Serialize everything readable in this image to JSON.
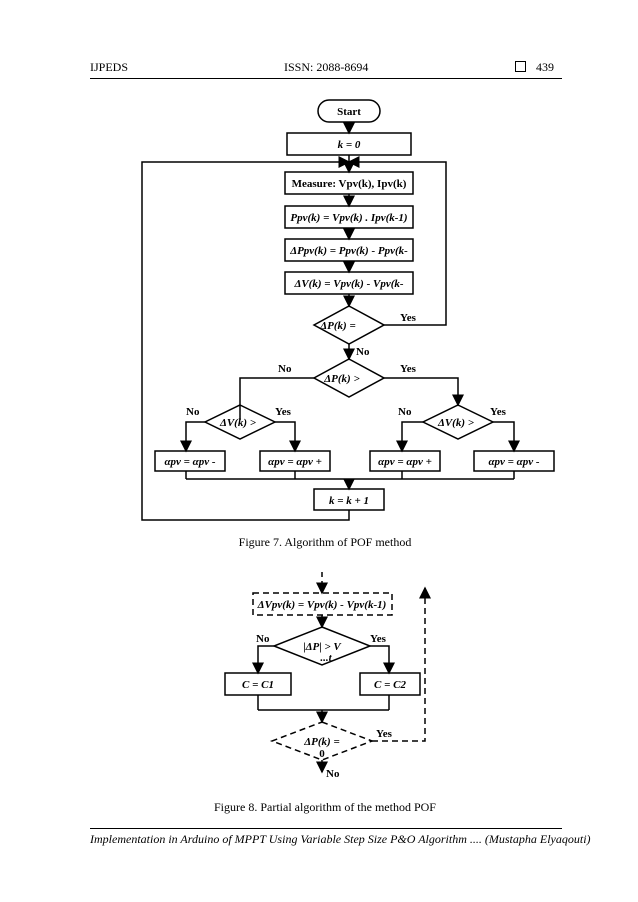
{
  "header": {
    "left": "IJPEDS",
    "center": "ISSN: 2088-8694",
    "page": "439"
  },
  "figure7": {
    "caption": "Figure 7. Algorithm of POF method",
    "start": "Start",
    "init": "k = 0",
    "measure": "Measure: Vpv(k), Ipv(k)",
    "power": "Ppv(k) = Vpv(k) . Ipv(k-1)",
    "dp": "ΔPpv(k) = Ppv(k) - Ppv(k-",
    "dv": "ΔV(k) = Vpv(k) - Vpv(k-",
    "dp_zero": "ΔP(k) =",
    "dp_gt": "ΔP(k) >",
    "dv_gt_left": "ΔV(k) >",
    "dv_gt_right": "ΔV(k) >",
    "yes": "Yes",
    "no": "No",
    "act1": "αpv = αpv -",
    "act2": "αpv = αpv +",
    "act3": "αpv = αpv +",
    "act4": "αpv = αpv -",
    "incr": "k = k + 1"
  },
  "figure8": {
    "caption": "Figure 8. Partial algorithm of the method POF",
    "dv": "ΔVpv(k) = Vpv(k) - Vpv(k-1)",
    "cond": "|ΔP| > V",
    "cond2": "...t",
    "c1": "C = C1",
    "c2": "C = C2",
    "dp_zero": "ΔP(k) =",
    "dp_zero2": "0",
    "yes": "Yes",
    "no": "No"
  },
  "footer": "Implementation in Arduino of MPPT Using Variable Step Size P&O Algorithm .... (Mustapha Elyaqouti)"
}
